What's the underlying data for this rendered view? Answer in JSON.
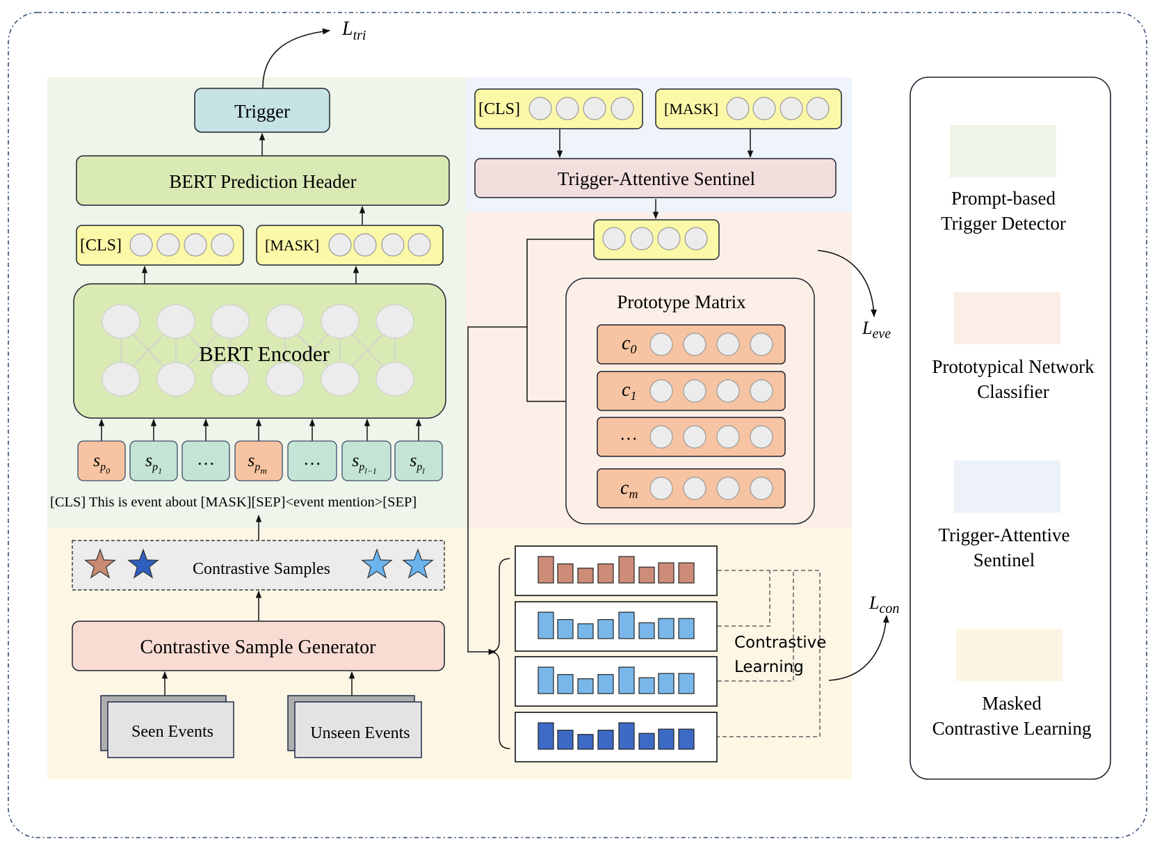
{
  "losses": {
    "tri": "tri",
    "eve": "eve",
    "con": "con",
    "letter": "L"
  },
  "left": {
    "trigger": "Trigger",
    "bert_header": "BERT Prediction Header",
    "cls": "[CLS]",
    "mask": "[MASK]",
    "encoder": "BERT Encoder",
    "ellipsis": "…",
    "template": "[CLS] This is event about [MASK][SEP]<event mention>[SEP]",
    "contrastive_samples": "Contrastive Samples",
    "generator": "Contrastive Sample Generator",
    "seen": "Seen Events",
    "unseen": "Unseen Events"
  },
  "right": {
    "cls": "[CLS]",
    "mask": "[MASK]",
    "sentinel": "Trigger-Attentive Sentinel",
    "prototype_matrix": "Prototype Matrix",
    "ellipsis": "…",
    "contrastive_learning_1": "Contrastive",
    "contrastive_learning_2": "Learning"
  },
  "legend": [
    {
      "line1": "Prompt-based",
      "line2": "Trigger Detector",
      "color": "#eef4e8"
    },
    {
      "line1": "Prototypical Network",
      "line2": "Classifier",
      "color": "#fbeee6"
    },
    {
      "line1": "Trigger-Attentive",
      "line2": "Sentinel",
      "color": "#edf2f9"
    },
    {
      "line1": "Masked",
      "line2": "Contrastive Learning",
      "color": "#fdf5e3"
    }
  ],
  "colors": {
    "prompt_bg": "#eef5ea",
    "proto_bg": "#fbefe7",
    "sentinel_bg": "#eef4fa",
    "masked_bg": "#fdf6e5",
    "trigger_fill": "#c6e3e5",
    "bert_green": "#d9eab5",
    "token_yellow": "#fbf8a8",
    "sentinel_pink": "#f3dede",
    "orange": "#f6c4a2",
    "teal": "#c4e4d5",
    "gen_pink": "#f8dcd4",
    "bar_brown": "#cd8c78",
    "bar_light_blue": "#79b7ea",
    "bar_dark_blue": "#3d6ac4",
    "star_brown": "#c98a72",
    "star_dark": "#2f5fc0",
    "star_light": "#6cb4ee"
  },
  "bar_heights": [
    1.0,
    0.72,
    0.56,
    0.72,
    1.0,
    0.6,
    0.76,
    0.76
  ]
}
